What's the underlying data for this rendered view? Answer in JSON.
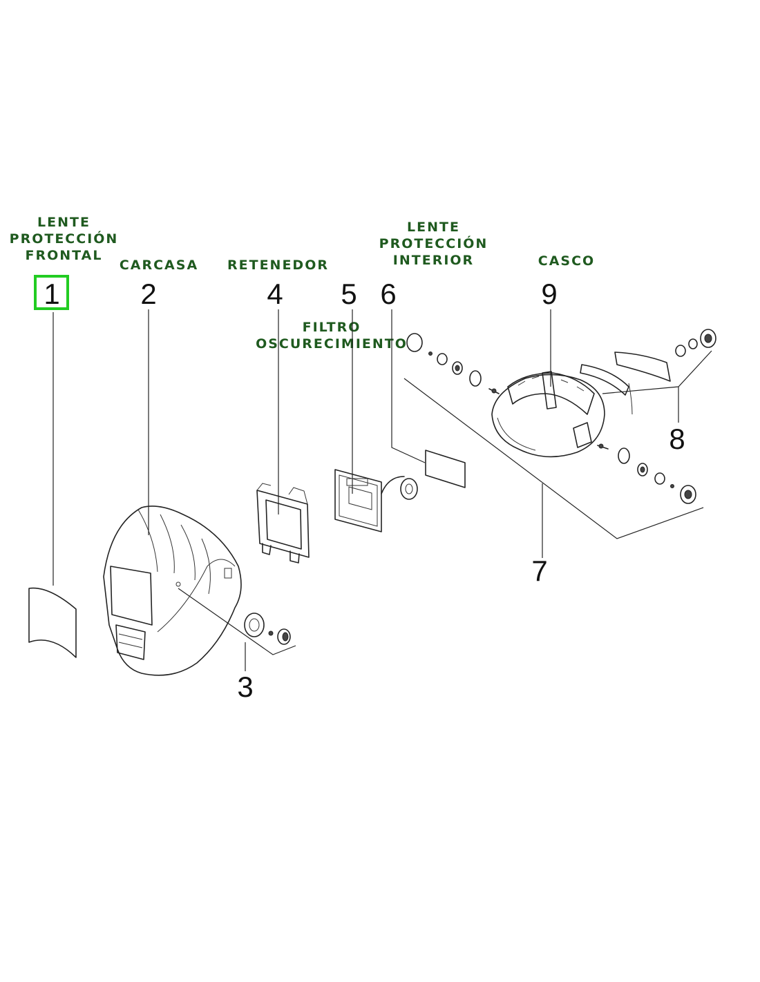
{
  "colors": {
    "label": "#1f5a1f",
    "highlight": "#22cc22",
    "line": "#222222"
  },
  "labels": {
    "lente_frontal": [
      "LENTE",
      "PROTECCIÓN",
      "FRONTAL"
    ],
    "carcasa": "CARCASA",
    "retenedor": "RETENEDOR",
    "filtro": [
      "FILTRO",
      "OSCURECIMIENTO"
    ],
    "lente_interior": [
      "LENTE",
      "PROTECCIÓN",
      "INTERIOR"
    ],
    "casco": "CASCO"
  },
  "numbers": {
    "n1": "1",
    "n2": "2",
    "n3": "3",
    "n4": "4",
    "n5": "5",
    "n6": "6",
    "n7": "7",
    "n8": "8",
    "n9": "9"
  },
  "highlighted_part": "1"
}
